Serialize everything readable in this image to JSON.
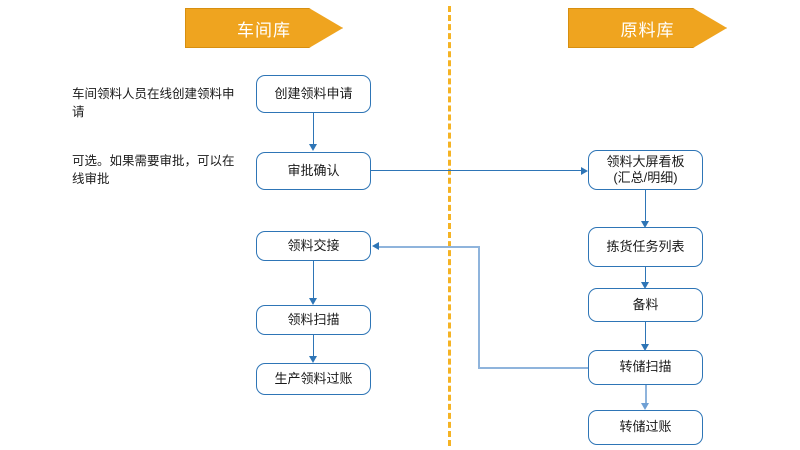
{
  "diagram": {
    "type": "flowchart",
    "title": "",
    "lanes": [
      {
        "id": "workshop-warehouse",
        "label": "车间库",
        "color": "#efa41f"
      },
      {
        "id": "raw-material-warehouse",
        "label": "原料库",
        "color": "#efa41f"
      }
    ],
    "divider": {
      "style": "dashed",
      "color": "#f5b324",
      "orientation": "vertical"
    },
    "notes": [
      {
        "id": "note-create",
        "text": "车间领料人员在线创建领料申请"
      },
      {
        "id": "note-approve",
        "text": "可选。如果需要审批，可以在线审批"
      }
    ],
    "nodes": [
      {
        "id": "create-request",
        "lane": "workshop-warehouse",
        "label": "创建领料申请"
      },
      {
        "id": "approve-confirm",
        "lane": "workshop-warehouse",
        "label": "审批确认"
      },
      {
        "id": "material-handover",
        "lane": "workshop-warehouse",
        "label": "领料交接"
      },
      {
        "id": "material-scan",
        "lane": "workshop-warehouse",
        "label": "领料扫描"
      },
      {
        "id": "production-post",
        "lane": "workshop-warehouse",
        "label": "生产领料过账"
      },
      {
        "id": "dashboard",
        "lane": "raw-material-warehouse",
        "label": "领料大屏看板\n(汇总/明细)"
      },
      {
        "id": "pick-task-list",
        "lane": "raw-material-warehouse",
        "label": "拣货任务列表"
      },
      {
        "id": "prepare-material",
        "lane": "raw-material-warehouse",
        "label": "备料"
      },
      {
        "id": "transfer-scan",
        "lane": "raw-material-warehouse",
        "label": "转储扫描"
      },
      {
        "id": "transfer-post",
        "lane": "raw-material-warehouse",
        "label": "转储过账"
      }
    ],
    "edges": [
      {
        "from": "create-request",
        "to": "approve-confirm",
        "color": "#2e75b6"
      },
      {
        "from": "approve-confirm",
        "to": "dashboard",
        "color": "#2e75b6"
      },
      {
        "from": "dashboard",
        "to": "pick-task-list",
        "color": "#2e75b6"
      },
      {
        "from": "pick-task-list",
        "to": "prepare-material",
        "color": "#2e75b6"
      },
      {
        "from": "prepare-material",
        "to": "transfer-scan",
        "color": "#2e75b6"
      },
      {
        "from": "transfer-scan",
        "to": "transfer-post",
        "color": "#8fb4dc"
      },
      {
        "from": "transfer-scan",
        "to": "material-handover",
        "color": "#8fb4dc"
      },
      {
        "from": "material-handover",
        "to": "material-scan",
        "color": "#2e75b6"
      },
      {
        "from": "material-scan",
        "to": "production-post",
        "color": "#2e75b6"
      }
    ]
  }
}
